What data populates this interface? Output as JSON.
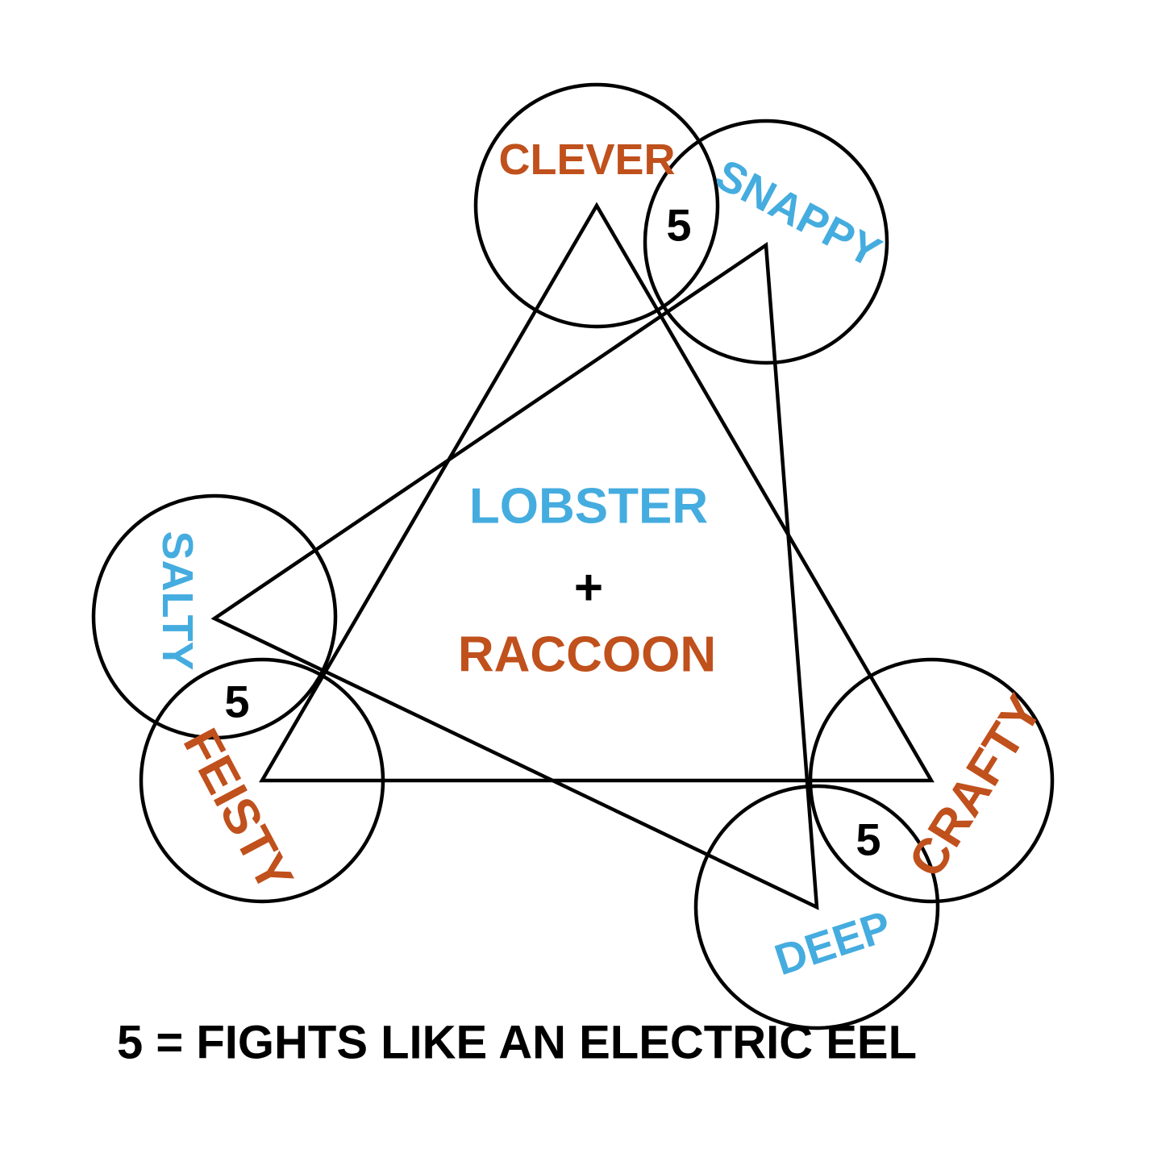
{
  "colors": {
    "orange": "#c0501c",
    "blue": "#45acdf",
    "ink": "#000000",
    "background": "#ffffff"
  },
  "center": {
    "top": "LOBSTER",
    "plus": "+",
    "bottom": "RACCOON"
  },
  "circles": {
    "clever": "CLEVER",
    "snappy": "SNAPPY",
    "salty": "SALTY",
    "feisty": "FEISTY",
    "crafty": "CRAFTY",
    "deep": "DEEP"
  },
  "overlaps": {
    "top": "5",
    "left": "5",
    "right": "5"
  },
  "legend": "5 = FIGHTS LIKE AN ELECTRIC EEL"
}
